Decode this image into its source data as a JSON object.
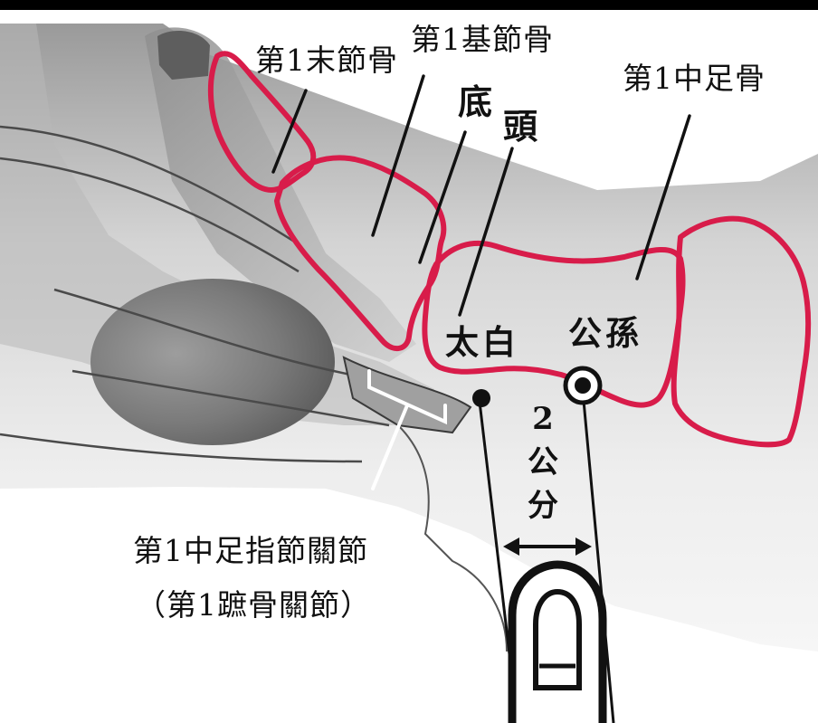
{
  "labels": {
    "distal_phalanx": "第1末節骨",
    "proximal_phalanx": "第1基節骨",
    "metatarsal": "第1中足骨",
    "base": "底",
    "head": "頭",
    "point_taihaku": "太白",
    "point_kouson": "公孫",
    "distance_number": "2",
    "distance_unit_1": "公",
    "distance_unit_2": "分",
    "joint_name": "第1中足指節關節",
    "joint_alt": "（第1蹠骨關節）"
  },
  "colors": {
    "bone_outline": "#d81c4a",
    "leader_line": "#111111",
    "skin_shade": "#8a8a8a",
    "background": "#ffffff"
  },
  "icons": {
    "taihaku_point": "filled-dot-icon",
    "kouson_point": "ringed-dot-icon",
    "distance_arrow": "double-arrow-icon",
    "finger": "finger-measure-icon"
  }
}
